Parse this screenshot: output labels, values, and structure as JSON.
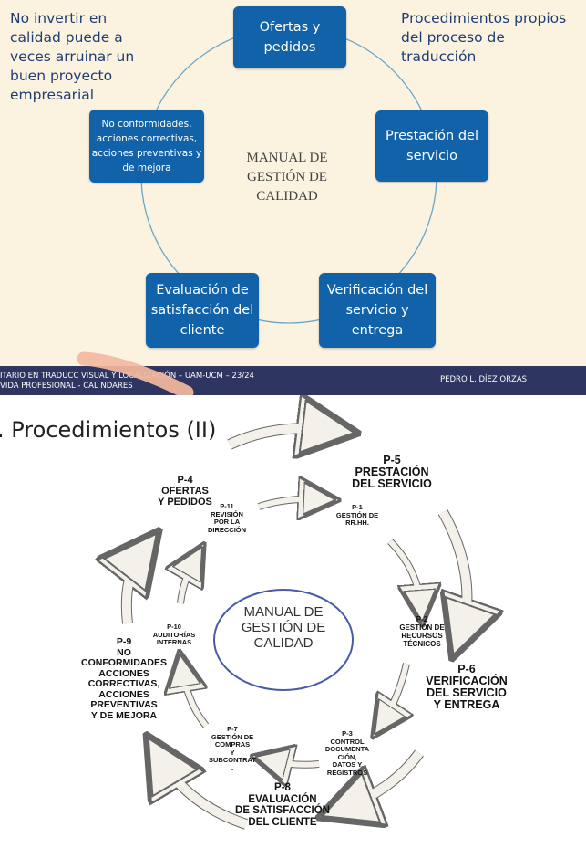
{
  "slide1": {
    "note_left": "No invertir en\ncalidad puede a\nveces arruinar un\nbuen proyecto\nempresarial",
    "note_right": "Procedimientos propios\ndel proceso de traducción",
    "center": "MANUAL DE\nGESTIÓN DE\nCALIDAD",
    "boxes": [
      "Ofertas y\npedidos",
      "Prestación del\nservicio",
      "Verificación del\nservicio y\nentrega",
      "Evaluación de\nsatisfacción del\ncliente",
      "No conformidades,\nacciones correctivas,\nacciones preventivas y\nde mejora"
    ],
    "colors": {
      "box": "#1162a8",
      "circle": "#6aa6c8",
      "background": "#fbf2df"
    }
  },
  "footer": {
    "left_line1": "ITARIO EN TRADUCC      VISUAL Y LOCALIZACIÓN – UAM-UCM – 23/24",
    "left_line2": "VIDA PROFESIONAL - CAL          NDARES",
    "right": "PEDRO L. DÍEZ ORZAS"
  },
  "slide2": {
    "title": ". Procedimientos (II)",
    "center": "MANUAL DE\nGESTIÓN DE\nCALIDAD",
    "outer": [
      "P-4\nOFERTAS\nY PEDIDOS",
      "P-5\nPRESTACIÓN\nDEL SERVICIO",
      "P-6\nVERIFICACIÓN\nDEL SERVICIO\nY ENTREGA",
      "P-8\nEVALUACIÓN\nDE SATISFACCIÓN\nDEL CLIENTE",
      "P-9\nNO\nCONFORMIDADES\nACCIONES\nCORRECTIVAS,\nACCIONES\nPREVENTIVAS\nY DE MEJORA"
    ],
    "inner": [
      "P-11\nREVISIÓN\nPOR LA\nDIRECCIÓN",
      "P-1\nGESTIÓN DE\nRR.HH.",
      "P-2\nGESTIÓN DE\nRECURSOS\nTÉCNICOS",
      "P-3\nCONTROL\nDOCUMENTA\nCIÓN,\nDATOS Y\nREGISTROS",
      "P-7\nGESTIÓN DE\nCOMPRAS\nY\nSUBCONTRAT\n.",
      "P-10\nAUDITORÍAS\nINTERNAS"
    ],
    "colors": {
      "ellipse": "#4a5aa8",
      "arrow": "#f0eee6"
    }
  }
}
